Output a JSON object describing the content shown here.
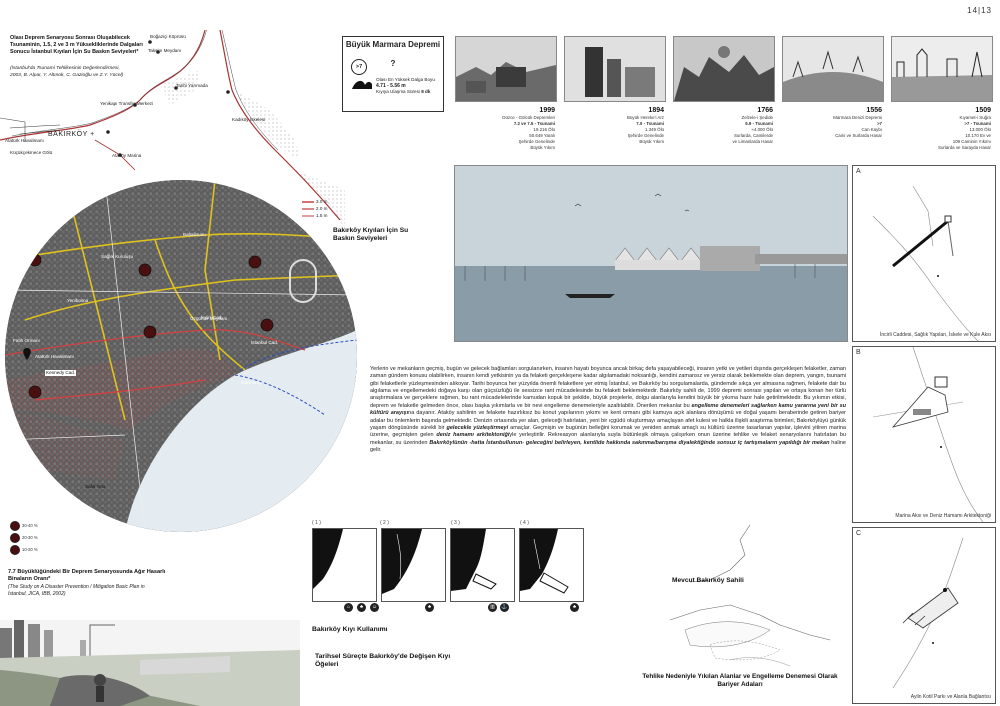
{
  "page_number": "14|13",
  "tsunami_map": {
    "title": "Olası Deprem Senaryosu Sonrası Oluşabilecek Tsunaminin, 1.5, 2 ve 3 m Yüksekliklerinde Dalgaları Sonucu İstanbul Kıyıları İçin Su Baskın Seviyeleri*",
    "source": "(İstanbul'da Tsunami Tehlikesinin Değerlendirmesi, 2003, B. Alpar, Y. Altınok, C. Gazioğlu ve Z.Y. Yücel)",
    "labels": {
      "bogazici": "Boğaziçi Köprüsü",
      "taksim": "Taksim Meydanı",
      "tarihi_yarimada": "Tarihi Yarımada",
      "yenikapi": "Yenikapı Transfer Merkezi",
      "kadikoy": "Kadıköy İskelesi",
      "bakirkoy": "BAKIRKÖY",
      "ataturk": "Atatürk Havalimanı",
      "kucukcekmece": "Küçükçekmece Gölü",
      "atakoy_marina": "Ataköy Marina"
    },
    "levels": [
      "3.0 m",
      "2.0 m",
      "1.5 m"
    ],
    "levels_title": "Bakırköy Kıyıları İçin Su Baskın Seviyeleri"
  },
  "quake_box": {
    "title": "Büyük Marmara Depremi",
    "question": "?",
    "magnitude": ">7",
    "wave_label": "Olası En Yüksek Dalga Boyu",
    "wave_value": "4.71 - 5.56 m",
    "arrival_label": "Kıyıya Ulaşma Süresi",
    "arrival_value": "8 dk"
  },
  "history": [
    {
      "year": "1999",
      "lines": [
        "Düzce - Gölcük Depremleri",
        "7.2 ve 7.5 - Tsunami",
        "19.216 Ölü",
        "50.649 Yaralı",
        "Şehirde Genelinde",
        "Büyük Yıkım"
      ]
    },
    {
      "year": "1894",
      "lines": [
        "Büyük Hereke'i Arz",
        "7.0 - Tsunami",
        "1.349 Ölü",
        "Şehirde Genelinde",
        "Büyük Yıkım"
      ]
    },
    {
      "year": "1766",
      "lines": [
        "Zelzele-i Şedide",
        "6.9 - Tsunami",
        "≈4.000 Ölü",
        "Surlarda, Camilerde",
        "ve Limanlarda Hasar"
      ]
    },
    {
      "year": "1556",
      "lines": [
        "Marmara Denizi Depremi",
        ">7",
        "Can Kaybı",
        "Cami ve Surlarda Hasar"
      ]
    },
    {
      "year": "1509",
      "lines": [
        "Kıyamet-i Suğra",
        ">7 - Tsunami",
        "13.000 Ölü",
        "10.170 Ev ve",
        "109 Caminin Yıkımı",
        "Surlarda ve Sarayda Hasar"
      ]
    }
  ],
  "circle_map": {
    "labels": {
      "baltalimani": "Baltalimanı",
      "saglik": "Sağlık Kuruluşu",
      "yenibosna": "Yenibosna",
      "istanbul_cad": "İstanbul Cad.",
      "ozgurluk": "Özgürlük Meydanı",
      "incirli": "İncirli Cad.",
      "fatih": "Fatih Ormanı",
      "ataturk": "Atatürk Havalimanı",
      "kennedy": "Kennedy Cad.",
      "marmaray": "Marmaray",
      "sahil": "Sahil Yolu"
    }
  },
  "risk_legend": {
    "title": "7.7 Büyüklüğündeki Bir Deprem Senaryosunda Ağır Hasarlı Binaların Oranı*",
    "source": "(The Study on A Disaster Prevention / Mitigation Basic Plan in İstanbul, JICA, IBB, 2002)",
    "items": [
      "30-40 %",
      "20-30 %",
      "10-20 %"
    ]
  },
  "render_caption": "",
  "body_text": "Yerlerin ve mekanların geçmiş, bugün ve gelecek bağlamları sorgulanırken, insanın hayatı boyunca ancak birkaç defa yaşayabileceği, insanın yetki ve yetileri dışında gerçekleşen felaketler, zaman zaman gündem konusu olabilirken, insanın kendi yetkisinin ya da felaketi gerçekleşene kadar algılamadaki noksanlığı, kendini zamansız ve yersiz olarak beklemekte olan deprem, yangın, tsunami gibi felaketlerle yüzleşmesinden alıkoyar. Tarihi boyunca her yüzyılda önemli felaketlere yer etmiş İstanbul, ve Bakırköy bu sorgulamalarda, gündemde sıkça yer almasına rağmen, felakete dair bu algılama ve engellemedeki doğaya karşı olan güçsüzlüğü ile sessizce rant mücadelesinde bu felaketi beklemektedir. Bakırköy sahili de, 1999 depremi sonrası yapılan ve ortaya konan her türlü araştırmalara ve gerçeklere rağmen, bu rant mücadelelerinde kamudan kopuk bir şekilde, büyük projelerle, dolgu alanlarıyla kendini büyük bir yıkıma hazır hale getirilmektedir. Bu yıkımın etkisi, deprem ve felaketle gelmeden önce, olası başka yıkımlarla ve bir nevi engelleme denemeleriyle azaltılabilir. Önerilen mekanlar bu engelleme denemeleri sağlarken kamu yararına yeni bir su kültürü arayışına dayanır. Ataköy sahilinin ve felakete hazırlıksız bu konut yapılarının yıkımı ve kent ormanı gibi kamuya açık alanlara dönüşümü ve doğal yaşamı beraberinde getiren bariyer adalar bu önlemlerin başında gelmektedir. Denizin ortasında yer alan, geleceği hatırlatan, yeni bir ıçgüdü oluşturmayı amaçlayan afet kulesi ve halkla ilişkili araştırma birimleri, Bakırköylüyü günlük yaşam döngüsünde sürekli bir gelecekle yüzleştirmeyi amaçlar. Geçmişin ve bugünün belleğini korumak ve yeniden anmak amaçlı su kültürü üzerine tasarlanan yapılar, işlevini yitiren marina üzerine, geçmişten gelen deniz hamamı arkitektoniğiyle yerleştirilir. Rekreasyon alanlarıyla suyla bütünleşik olmaya çalışırken onun üzerine tehlike ve felaket senaryolarını hatırlatan bu mekanlar, su üzerinden Bakırköylünün -hatta İstanbullunun- geleceğini belirleyen, kentlide hakkında sakınma/barışma diyalektiğinde sonsuz iç tartışmaların yapıldığı bir mekan haline gelir.",
  "body_emphasis": [
    "engelleme denemeleri sağlarken kamu yararına yeni bir su kültürü arayışı",
    "gelecekle yüzleştirmeyi",
    "deniz hamamı arkitektoniği",
    "Bakırköylünün -hatta İstanbullunun- geleceğini belirleyen, kentlide hakkında sakınma/barışma diyalektiğinde sonsuz iç tartışmaların yapıldığı bir mekan"
  ],
  "panels": [
    {
      "letter": "A",
      "caption": "İncirli Caddesi, Sağlık Yapıları, İskele ve Kule Aksı"
    },
    {
      "letter": "B",
      "caption": "Marina Aksı ve Deniz Hamamı Arkitektoniği"
    },
    {
      "letter": "C",
      "caption": "Aylin Kotil Parkı ve Alanla Bağlantısı"
    }
  ],
  "coast_use": {
    "numbers": [
      "( 1 )",
      "( 2 )",
      "( 3 )",
      "( 4 )"
    ],
    "title": "Bakırköy Kıyı Kullanımı"
  },
  "historic_title": "Tarihsel Süreçte Bakırköy'de Değişen Kıyı Öğeleri",
  "existing_title": "Mevcut Bakırköy Sahili",
  "barrier_title": "Tehlike Nedeniyle Yıkılan Alanlar ve Engelleme Denemesi Olarak Bariyer Adaları"
}
